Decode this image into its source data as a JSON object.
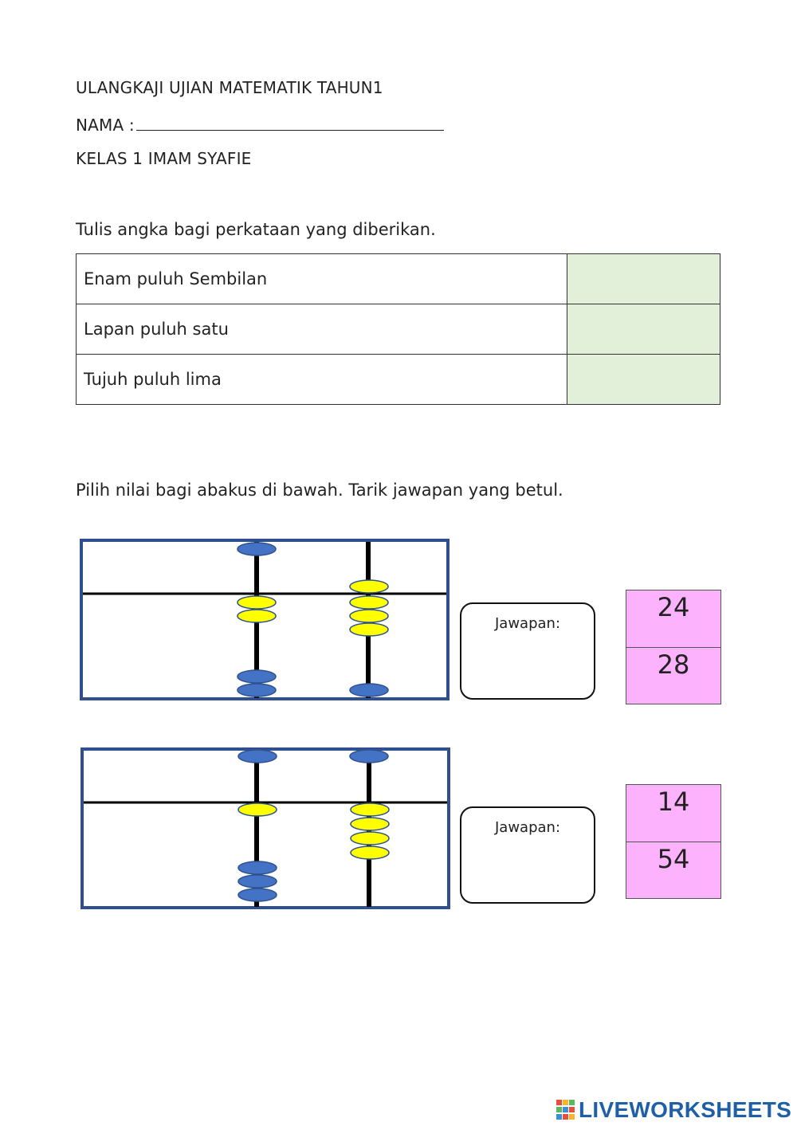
{
  "header": {
    "title": "ULANGKAJI UJIAN MATEMATIK TAHUN1",
    "name_label": "NAMA :",
    "class_label": "KELAS 1 IMAM SYAFIE"
  },
  "section1": {
    "instruction": "Tulis angka bagi perkataan yang diberikan.",
    "rows": [
      {
        "words": "Enam puluh Sembilan",
        "answer": ""
      },
      {
        "words": "Lapan puluh satu",
        "answer": ""
      },
      {
        "words": "Tujuh puluh lima",
        "answer": ""
      }
    ]
  },
  "section2": {
    "instruction": "Pilih nilai bagi abakus di bawah. Tarik jawapan yang betul.",
    "questions": [
      {
        "answer_label": "Jawapan:",
        "options": [
          "24",
          "28"
        ]
      },
      {
        "answer_label": "Jawapan:",
        "options": [
          "14",
          "54"
        ]
      }
    ]
  },
  "colors": {
    "frame": "#2f4f8f",
    "bead_blue": "#4472c4",
    "bead_yellow": "#ffff00",
    "answer_fill": "#e2efd9",
    "option_fill": "#fcb2fc"
  },
  "footer": {
    "brand": "LIVEWORKSHEETS",
    "logo_icon": "liveworksheets-logo-icon"
  }
}
